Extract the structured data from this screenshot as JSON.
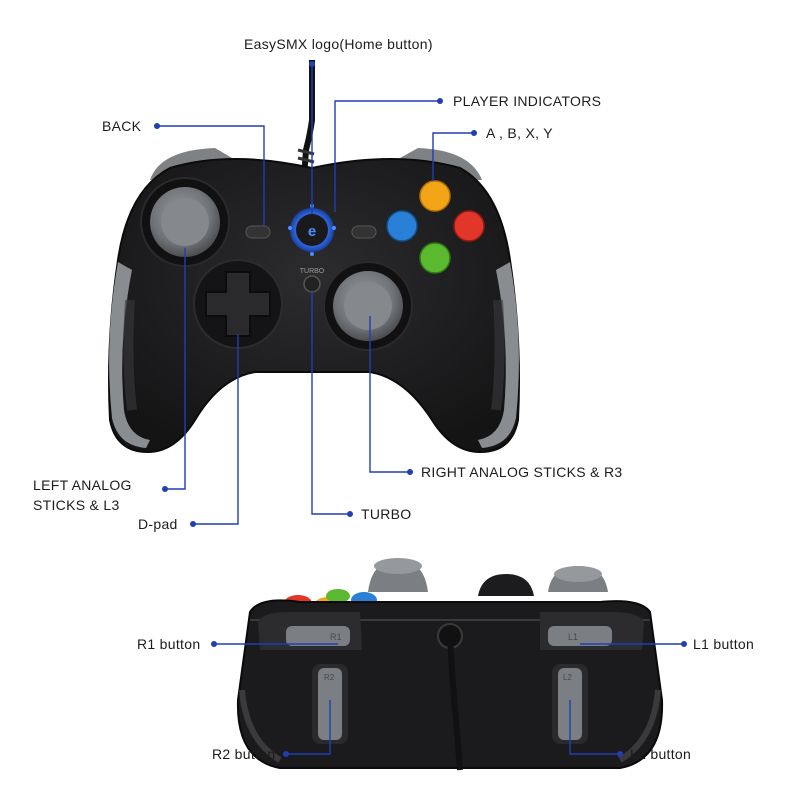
{
  "labels": {
    "home": "EasySMX logo(Home button)",
    "player_indicators": "PLAYER INDICATORS",
    "back": "BACK",
    "abxy": "A , B,  X, Y",
    "left_analog_line1": "LEFT ANALOG",
    "left_analog_line2": "STICKS & L3",
    "right_analog": "RIGHT ANALOG  STICKS & R3",
    "dpad": "D-pad",
    "turbo": "TURBO",
    "r1": "R1 button",
    "l1": "L1 button",
    "r2": "R2 button",
    "l2": "L2 button"
  },
  "controller_text": {
    "turbo_print": "TURBO",
    "r1_print": "R1",
    "l1_print": "L1",
    "r2_print": "R2",
    "l2_print": "L2"
  },
  "colors": {
    "leader": "#1f3fb3",
    "body": "#1d1d1f",
    "grip_grey": "#8a8d90",
    "stick_grey": "#7b7e82",
    "button_a": "#5bb92f",
    "button_b": "#e2362a",
    "button_x": "#2a7fd6",
    "button_y": "#f2a516",
    "led": "#4a8fff"
  }
}
